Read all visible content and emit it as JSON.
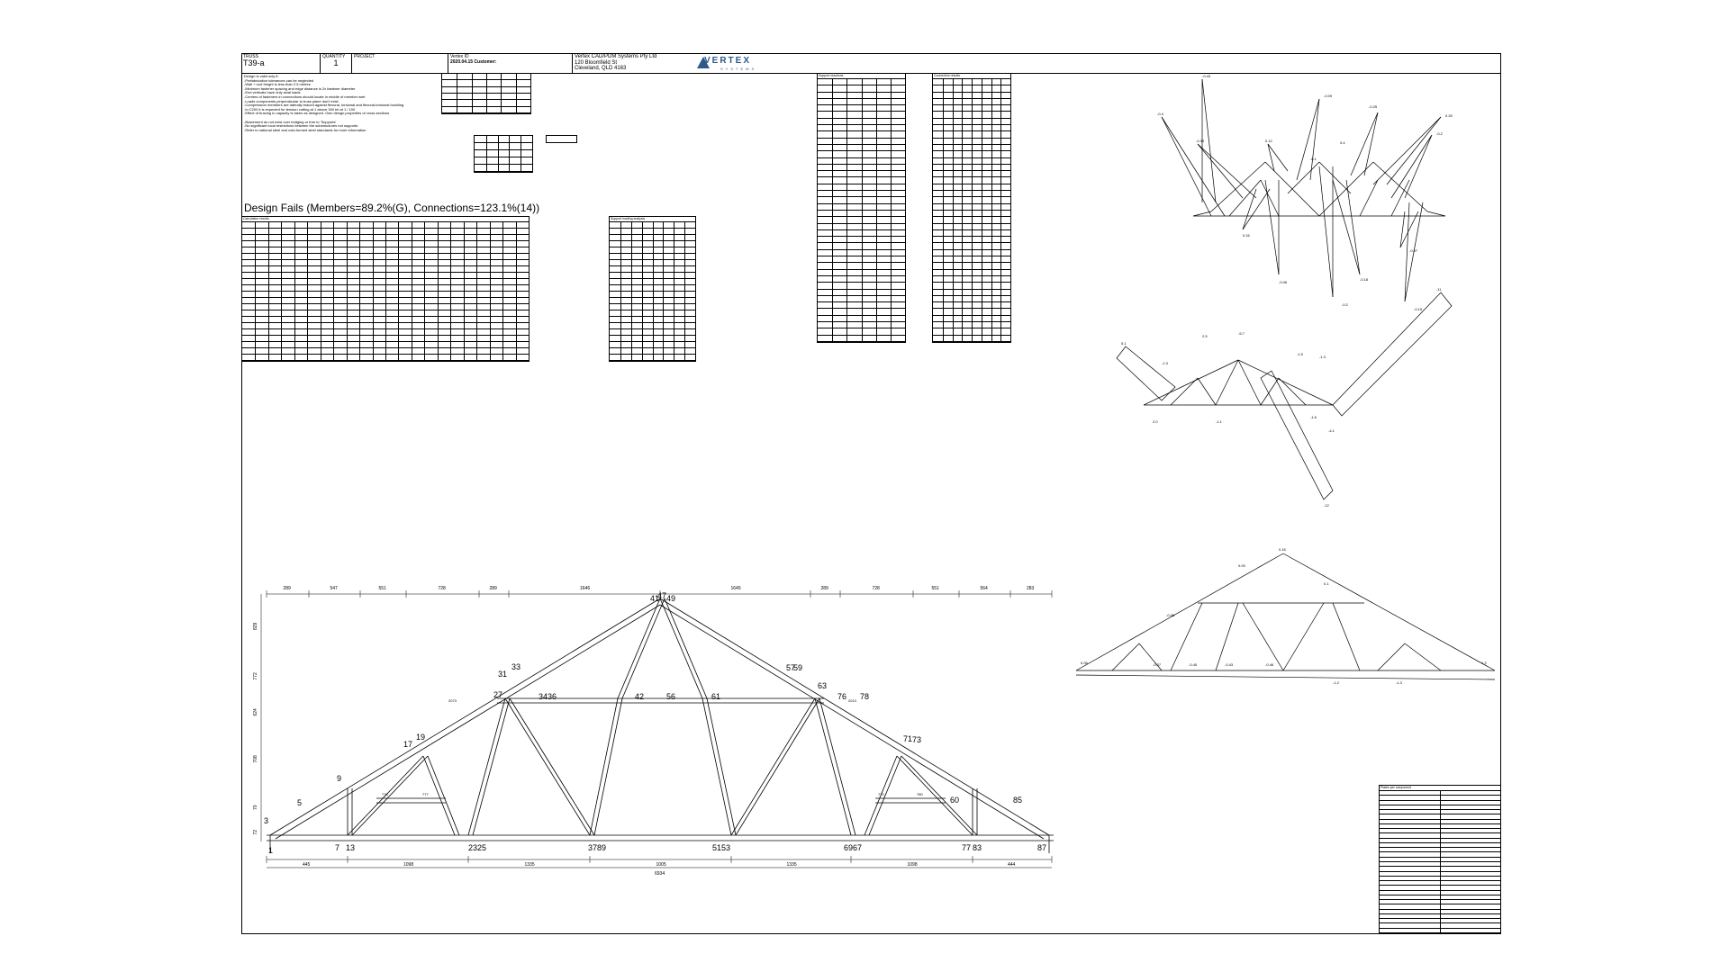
{
  "title_block": {
    "truss_label": "TRUSS",
    "truss_value": "T39-a",
    "quantity_label": "QUANTITY",
    "quantity_value": "1",
    "project_label": "PROJECT",
    "vertex_id_label": "Vertex ID",
    "date_customer": "2020.04.15  Customer:",
    "company_name": "Vertex CAD/PDM Systems Pty Ltd",
    "company_street": "120 Bloomfield St",
    "company_city": "Cleveland, QLD 4163",
    "logo_text": "VERTEX",
    "logo_sub": "SYSTEMS"
  },
  "notes": "Design is valid only if:\n-Prefabrication tolerances can be neglected\n-Wall + roof freight is less than 2.5 metres\n-Minimum fastener spacing and edge distance is 2x fastener diameter\n-End verticals have only axial loads\n-Centres of fasteners in connections should locate in middle of member web\n-Loads components perpendicular to truss plane don't exist\n-Compression members are laterally braced against flexural, torsional and flexural-torsional buckling\n-In C200 it is expected for tension cutting at 1 above 300 tel at 1 / 100\n-Effect of bracing to capacity is taken as designed. Own design properties of cross sections\n\n-Bracement do not exist over bridging or free to 'Supports'\n-No significant local restrictions between the substructures not supports\n-Refer to national steel and cold-formed steel standards for more information",
  "design_fails": "Design Fails (Members=89.2%(G), Connections=123.1%(14))",
  "truss_dims": {
    "top": [
      "289",
      "547",
      "551",
      "728",
      "289",
      "1646",
      "1645",
      "289",
      "728",
      "551",
      "564",
      "283"
    ],
    "bottom": [
      "445",
      "1098",
      "1335",
      "1005",
      "1335",
      "1098",
      "444"
    ],
    "overall": "6934",
    "left_vertical": [
      "829",
      "772",
      "624",
      "708",
      "70",
      "72"
    ]
  },
  "joint_labels": [
    "1",
    "3",
    "5",
    "7",
    "13",
    "9",
    "17",
    "19",
    "27",
    "31",
    "33",
    "2325",
    "3789",
    "5153",
    "6967",
    "77",
    "83",
    "87",
    "85",
    "71",
    "73",
    "57",
    "59",
    "63",
    "41",
    "47",
    "49",
    "34",
    "36",
    "42",
    "56",
    "61",
    "76",
    "78",
    "60"
  ],
  "member_labels": [
    "2073",
    "2013",
    "776",
    "777",
    "770",
    "780"
  ],
  "diagrams": {
    "forces_labels": [
      "-0.43",
      "-0.4",
      "-0.35",
      "0.16",
      "-0.06",
      "0.12",
      "-0.09",
      "-0.2",
      "-0.18",
      "-0.25",
      "0.25",
      "-0.2",
      "-0.07",
      "-0.15",
      "0.4",
      "-0.1"
    ],
    "moments_labels": [
      "5.1",
      "-1.3",
      "2.5",
      "-5.7",
      "-1.5",
      "-1.3",
      "-1.6",
      "-4.1",
      "-1.1",
      "2.0",
      "-11",
      "-12"
    ],
    "deflection_labels": [
      "0.16",
      "0.09",
      "-0.06",
      "-0.37",
      "-0.45",
      "-0.43",
      "-0.46",
      "-1.2",
      "-1.3",
      "0.06",
      "1.3",
      "0.1"
    ]
  },
  "tables": {
    "member_results_title": "Calculation results",
    "support_title": "Support reactions",
    "connection_title": "Connection results",
    "reaction_title": "Support loading analysis",
    "results_title": "Calculation results",
    "plates_title": "Plates per component"
  }
}
